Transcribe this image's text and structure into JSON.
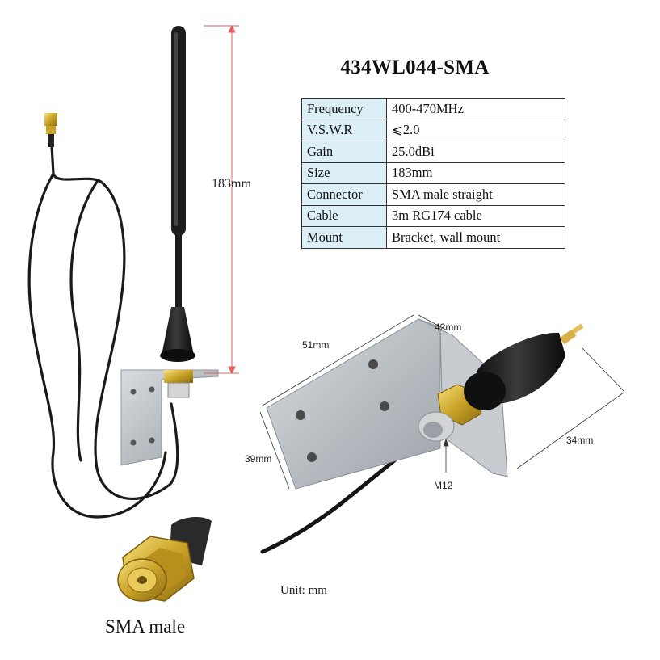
{
  "product": {
    "title": "434WL044-SMA"
  },
  "specs": [
    {
      "key": "Frequency",
      "value": "400-470MHz"
    },
    {
      "key": "V.S.W.R",
      "value": "⩽2.0"
    },
    {
      "key": "Gain",
      "value": "25.0dBi"
    },
    {
      "key": "Size",
      "value": "183mm"
    },
    {
      "key": "Connector",
      "value": "SMA male straight"
    },
    {
      "key": "Cable",
      "value": "3m RG174 cable"
    },
    {
      "key": "Mount",
      "value": "Bracket, wall mount"
    }
  ],
  "dimensions": {
    "height": "183mm",
    "bracket_width": "51mm",
    "bracket_depth": "42mm",
    "bracket_height": "39mm",
    "cone_length": "34mm",
    "thread": "M12"
  },
  "unit_label": "Unit: mm",
  "connector_caption": "SMA male",
  "colors": {
    "spec_key_bg": "#dceef6",
    "dimension_line": "#e06060"
  }
}
